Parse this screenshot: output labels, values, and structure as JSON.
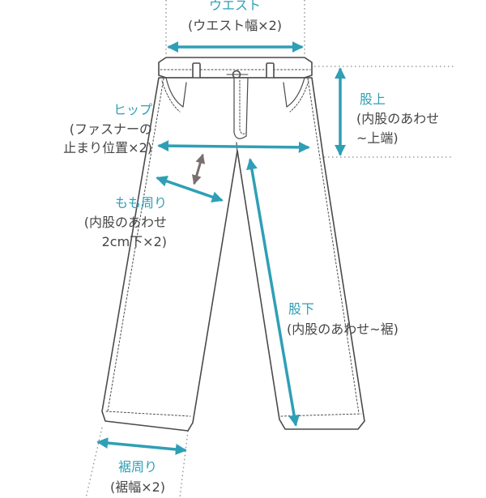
{
  "colors": {
    "accent": "#2f9fb5",
    "outline": "#4a4a4a",
    "text": "#454545",
    "guide": "#8c8c8c",
    "rise_marker": "#7a6e6e"
  },
  "labels": {
    "waist": {
      "title": "ウエスト",
      "sub": "(ウエスト幅×2)"
    },
    "hip": {
      "title": "ヒップ",
      "sub1": "(ファスナーの",
      "sub2": "止まり位置×2)"
    },
    "rise": {
      "title": "股上",
      "sub1": "(内股のあわせ",
      "sub2": "~上端)"
    },
    "thigh": {
      "title": "もも周り",
      "sub1": "(内股のあわせ",
      "sub2": "2cm下×2)"
    },
    "inseam": {
      "title": "股下",
      "sub": "(内股のあわせ~裾)"
    },
    "hem": {
      "title": "裾周り",
      "sub": "(裾幅×2)"
    }
  }
}
